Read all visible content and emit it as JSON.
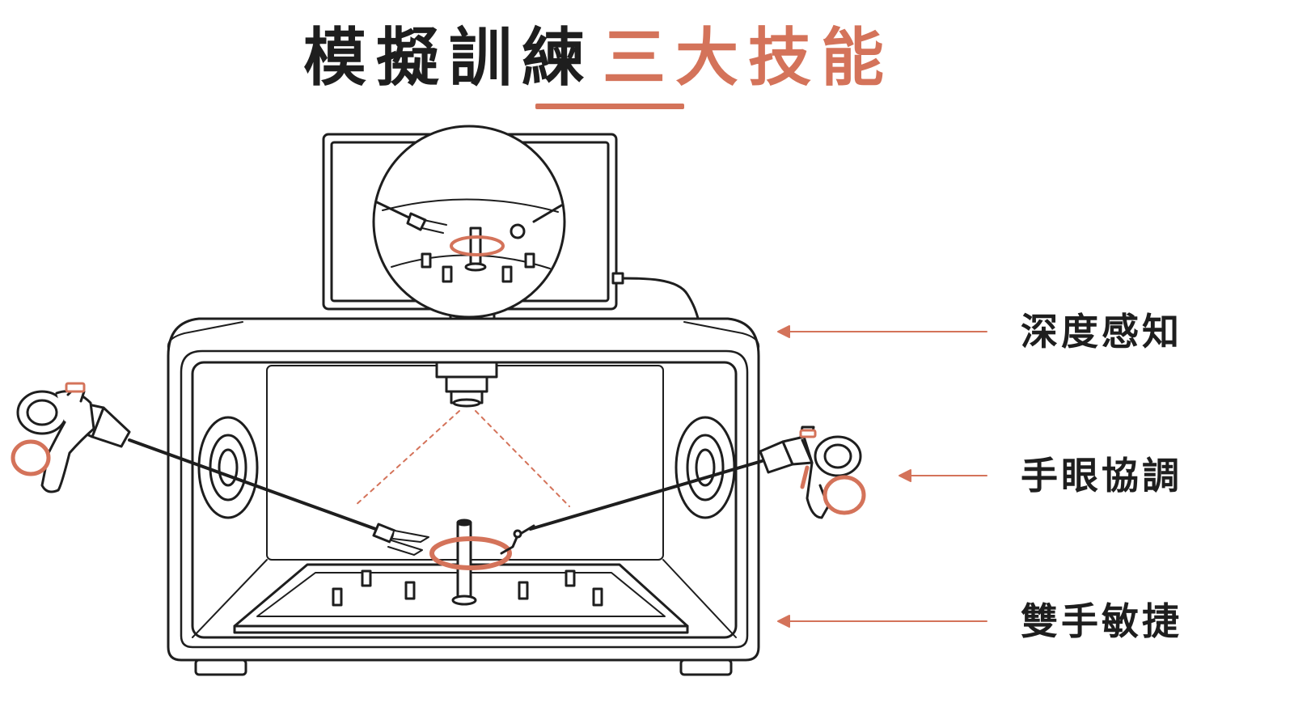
{
  "title": {
    "main": "模擬訓練",
    "accent": "三大技能"
  },
  "colors": {
    "accent": "#d4735a",
    "ink": "#1e1e1e"
  },
  "skills": [
    {
      "label": "深度感知"
    },
    {
      "label": "手眼協調"
    },
    {
      "label": "雙手敏捷"
    }
  ]
}
